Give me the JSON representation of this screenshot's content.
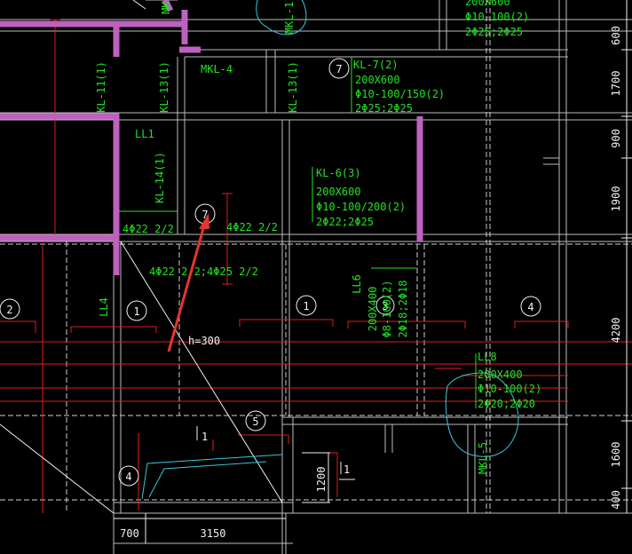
{
  "beams": {
    "kl_11": "KL-11(1)",
    "kl_13_a": "KL-13(1)",
    "kl_13_b": "KL-13(1)",
    "kl_14": "KL-14(1)",
    "kl_1": "MKL-1",
    "mkl_top": "MKL",
    "mkl_4": "MKL-4",
    "mkl_5": "MKL-5",
    "ll1": "LL1",
    "ll4": "LL4"
  },
  "kl7": {
    "name": "KL-7(2)",
    "size": "200X600",
    "stirrup": "Φ10-100/150(2)",
    "bars": "2Φ25;2Φ25"
  },
  "top_note": {
    "size": "200X600",
    "stirrup": "Φ10-100(2)",
    "bars": "2Φ25;2Φ25"
  },
  "kl6": {
    "name": "KL-6(3)",
    "size": "200X600",
    "stirrup": "Φ10-100/200(2)",
    "bars": "2Φ22;2Φ25"
  },
  "ll6": {
    "name": "LL6",
    "size": "200X400",
    "stirrup": "Φ8-100(2)",
    "bars": "2Φ18;2Φ18"
  },
  "ll8": {
    "name": "LL8",
    "size": "200X400",
    "stirrup": "Φ10-100(2)",
    "bars": "2Φ20;2Φ20"
  },
  "rebar_notes": {
    "left": "4Φ22 2/2",
    "mid": "4Φ22 2/2",
    "lower": "4Φ22 2/2;4Φ25 2/2"
  },
  "slab_h": "h=300",
  "markers": {
    "m2": "2",
    "m1a": "1",
    "m1b": "1",
    "m4a": "4",
    "m4b": "4",
    "m5": "5",
    "m7a": "7",
    "m7b": "7",
    "m3": "3"
  },
  "section_labels": {
    "l1a": "1",
    "l1b": "1"
  },
  "dims_right": [
    "600",
    "1700",
    "900",
    "1900",
    "4200",
    "1600",
    "400"
  ],
  "dims_bottom": [
    "700",
    "3150"
  ],
  "dim_1200": "1200",
  "colors": {
    "bg": "#000000",
    "annotation": "#21e221",
    "axis": "#e21c1c",
    "wall": "#c060c0",
    "arrow": "#e4352f",
    "cloud": "#38c8d8"
  }
}
